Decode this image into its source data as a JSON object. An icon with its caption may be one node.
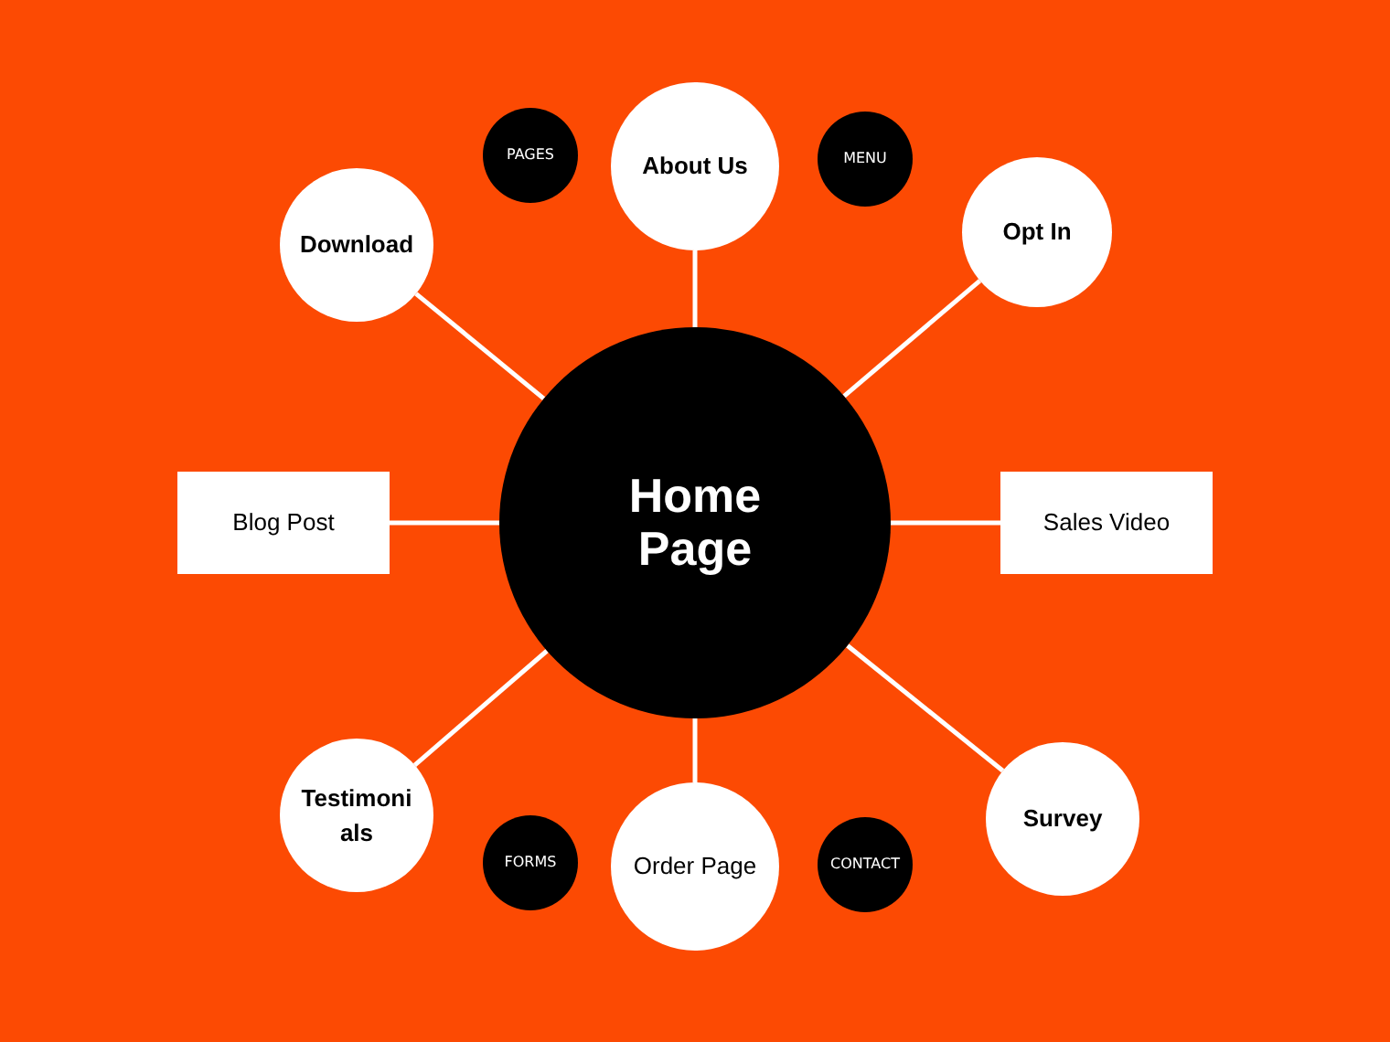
{
  "diagram": {
    "nodes": [
      {
        "text": [
          "PAGES"
        ]
      },
      {
        "text": [
          "About Us"
        ]
      },
      {
        "text": [
          "MENU"
        ]
      },
      {
        "text": [
          "Download"
        ]
      },
      {
        "text": [
          "Opt In"
        ]
      },
      {
        "text": [
          "Home Page"
        ]
      },
      {
        "text": [
          "Blog Post"
        ]
      },
      {
        "text": [
          "Sales Video"
        ]
      },
      {
        "text": [
          "Testimoni als"
        ]
      },
      {
        "text": [
          "Survey"
        ]
      },
      {
        "text": [
          "FORMS"
        ]
      },
      {
        "text": [
          "Order Page"
        ]
      },
      {
        "text": [
          "CONTACT"
        ]
      }
    ],
    "edges": [
      {
        "from": 5,
        "to": 1,
        "arrow": "none"
      },
      {
        "from": 5,
        "to": 3,
        "arrow": "none"
      },
      {
        "from": 5,
        "to": 4,
        "arrow": "none"
      },
      {
        "from": 5,
        "to": 6,
        "arrow": "none"
      },
      {
        "from": 5,
        "to": 7,
        "arrow": "none"
      },
      {
        "from": 5,
        "to": 8,
        "arrow": "none"
      },
      {
        "from": 5,
        "to": 9,
        "arrow": "none"
      },
      {
        "from": 5,
        "to": 11,
        "arrow": "none"
      }
    ]
  }
}
